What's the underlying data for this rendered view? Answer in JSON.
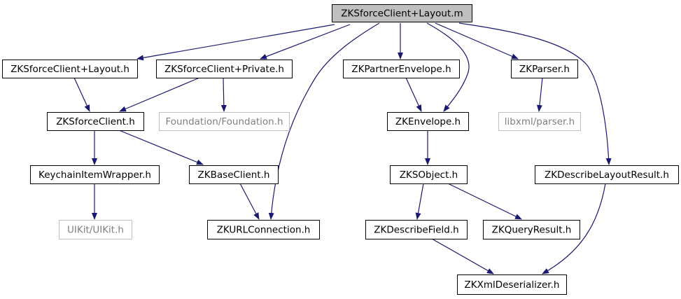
{
  "colors": {
    "edge": "#191970",
    "node_border": "#000000",
    "missing_border": "#bfbfbf",
    "missing_text": "#7f7f7f",
    "root_fill": "#bfbfbf",
    "node_fill": "#ffffff"
  },
  "nodes": [
    {
      "id": "root",
      "label": "ZKSforceClient+Layout.m",
      "kind": "root"
    },
    {
      "id": "layout_h",
      "label": "ZKSforceClient+Layout.h",
      "kind": "normal"
    },
    {
      "id": "private_h",
      "label": "ZKSforceClient+Private.h",
      "kind": "normal"
    },
    {
      "id": "partner_h",
      "label": "ZKPartnerEnvelope.h",
      "kind": "normal"
    },
    {
      "id": "parser_h",
      "label": "ZKParser.h",
      "kind": "normal"
    },
    {
      "id": "client_h",
      "label": "ZKSforceClient.h",
      "kind": "normal"
    },
    {
      "id": "foundation_h",
      "label": "Foundation/Foundation.h",
      "kind": "missing"
    },
    {
      "id": "envelope_h",
      "label": "ZKEnvelope.h",
      "kind": "normal"
    },
    {
      "id": "libxml_h",
      "label": "libxml/parser.h",
      "kind": "missing"
    },
    {
      "id": "keychain_h",
      "label": "KeychainItemWrapper.h",
      "kind": "normal"
    },
    {
      "id": "baseclient_h",
      "label": "ZKBaseClient.h",
      "kind": "normal"
    },
    {
      "id": "sobject_h",
      "label": "ZKSObject.h",
      "kind": "normal"
    },
    {
      "id": "dlr_h",
      "label": "ZKDescribeLayoutResult.h",
      "kind": "normal"
    },
    {
      "id": "uikit_h",
      "label": "UIKit/UIKit.h",
      "kind": "missing"
    },
    {
      "id": "urlconn_h",
      "label": "ZKURLConnection.h",
      "kind": "normal"
    },
    {
      "id": "dfield_h",
      "label": "ZKDescribeField.h",
      "kind": "normal"
    },
    {
      "id": "qresult_h",
      "label": "ZKQueryResult.h",
      "kind": "normal"
    },
    {
      "id": "xmldes_h",
      "label": "ZKXmlDeserializer.h",
      "kind": "normal"
    }
  ],
  "edges": [
    {
      "from": "root",
      "to": "layout_h"
    },
    {
      "from": "root",
      "to": "private_h"
    },
    {
      "from": "root",
      "to": "urlconn_h"
    },
    {
      "from": "root",
      "to": "partner_h"
    },
    {
      "from": "root",
      "to": "envelope_h"
    },
    {
      "from": "root",
      "to": "parser_h"
    },
    {
      "from": "root",
      "to": "dlr_h"
    },
    {
      "from": "layout_h",
      "to": "client_h"
    },
    {
      "from": "private_h",
      "to": "client_h"
    },
    {
      "from": "private_h",
      "to": "foundation_h"
    },
    {
      "from": "client_h",
      "to": "keychain_h"
    },
    {
      "from": "client_h",
      "to": "baseclient_h"
    },
    {
      "from": "keychain_h",
      "to": "uikit_h"
    },
    {
      "from": "baseclient_h",
      "to": "urlconn_h"
    },
    {
      "from": "partner_h",
      "to": "envelope_h"
    },
    {
      "from": "envelope_h",
      "to": "sobject_h"
    },
    {
      "from": "parser_h",
      "to": "libxml_h"
    },
    {
      "from": "sobject_h",
      "to": "dfield_h"
    },
    {
      "from": "sobject_h",
      "to": "qresult_h"
    },
    {
      "from": "dfield_h",
      "to": "xmldes_h"
    },
    {
      "from": "dlr_h",
      "to": "xmldes_h"
    }
  ]
}
